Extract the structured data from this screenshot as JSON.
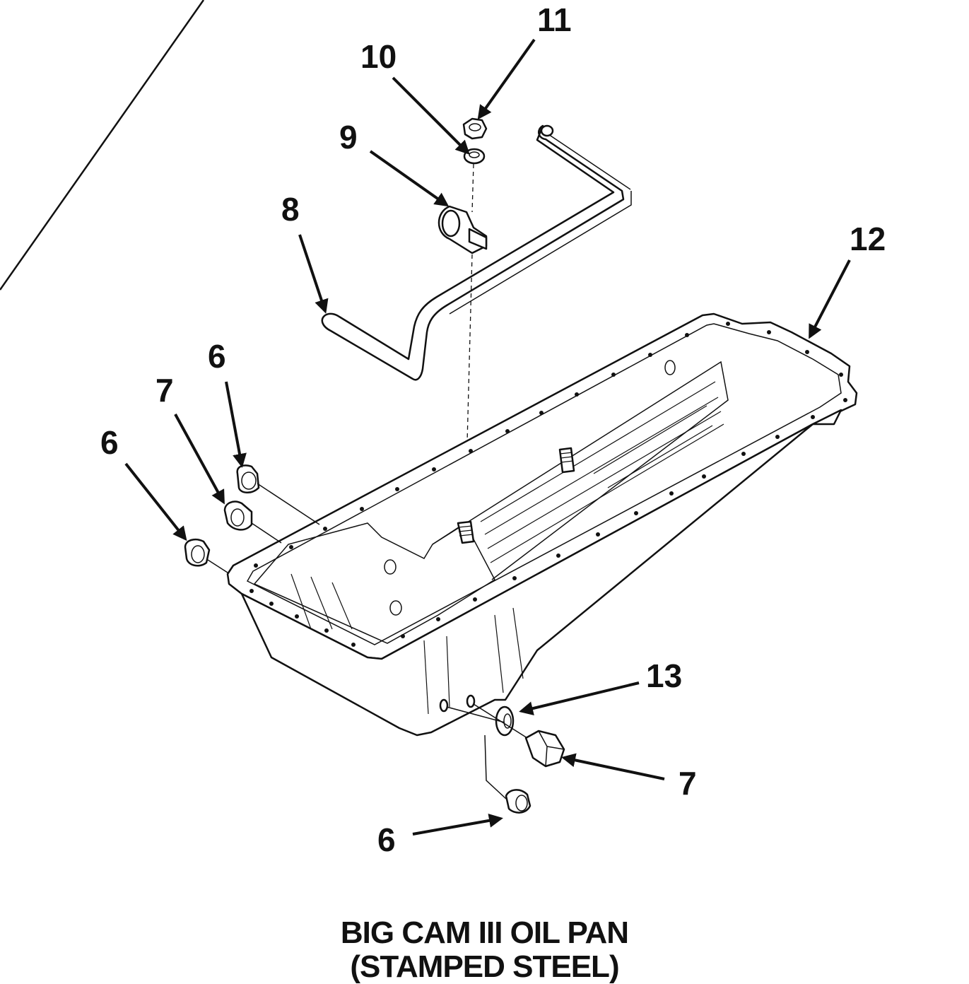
{
  "title_lines": [
    "BIG CAM III OIL PAN",
    "(STAMPED STEEL)"
  ],
  "callouts": [
    {
      "label": "11",
      "part": "nut"
    },
    {
      "label": "10",
      "part": "washer"
    },
    {
      "label": "9",
      "part": "clamp"
    },
    {
      "label": "8",
      "part": "tube"
    },
    {
      "label": "12",
      "part": "oil pan"
    },
    {
      "label": "6",
      "part": "plug"
    },
    {
      "label": "7",
      "part": "plug"
    },
    {
      "label": "6",
      "part": "plug"
    },
    {
      "label": "13",
      "part": "washer"
    },
    {
      "label": "7",
      "part": "drain plug"
    },
    {
      "label": "6",
      "part": "plug"
    }
  ]
}
